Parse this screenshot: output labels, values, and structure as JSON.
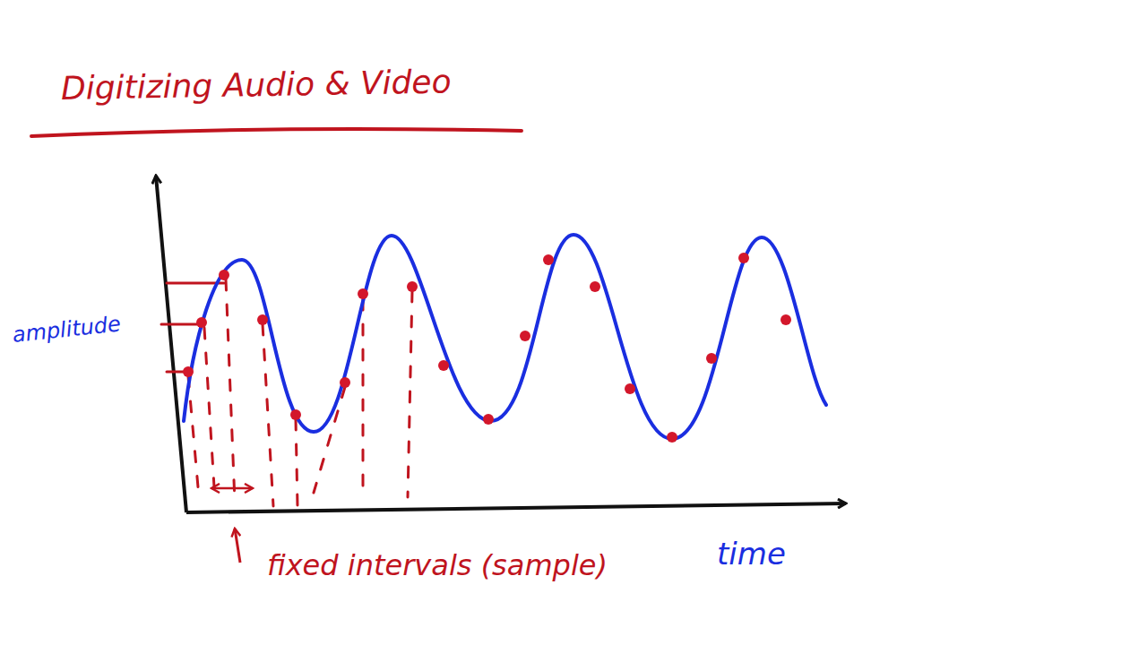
{
  "diagram": {
    "title": "Digitizing Audio & Video",
    "labels": [
      "amplitude",
      "fixed intervals (sample)",
      "time"
    ]
  }
}
